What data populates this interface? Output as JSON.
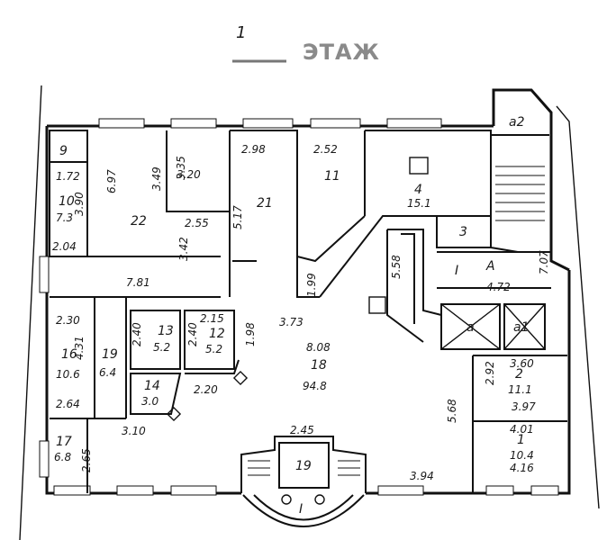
{
  "header": {
    "floor_number": "1",
    "floor_label": "ЭТАЖ"
  },
  "rooms": [
    {
      "id": "r9",
      "number": "9",
      "area": ""
    },
    {
      "id": "r10",
      "number": "10",
      "area": "7.3"
    },
    {
      "id": "r22",
      "number": "22",
      "area": ""
    },
    {
      "id": "r21",
      "number": "21",
      "area": ""
    },
    {
      "id": "r11",
      "number": "11",
      "area": ""
    },
    {
      "id": "r4",
      "number": "4",
      "area": "15.1"
    },
    {
      "id": "r3",
      "number": "3",
      "area": ""
    },
    {
      "id": "r13",
      "number": "13",
      "area": "5.2"
    },
    {
      "id": "r12",
      "number": "12",
      "area": "5.2"
    },
    {
      "id": "r14",
      "number": "14",
      "area": "3.0"
    },
    {
      "id": "r16",
      "number": "16",
      "area": "10.6"
    },
    {
      "id": "r19",
      "number": "19",
      "area": "6.4"
    },
    {
      "id": "r18",
      "number": "18",
      "area": "94.8"
    },
    {
      "id": "r17",
      "number": "17",
      "area": "6.8"
    },
    {
      "id": "r2",
      "number": "2",
      "area": "11.1"
    },
    {
      "id": "r1",
      "number": "1",
      "area": "10.4"
    },
    {
      "id": "r19b",
      "number": "19",
      "area": ""
    }
  ],
  "room_letters": {
    "entrance_T": "I",
    "entrance_A": "A",
    "lift_a": "a",
    "lift_a1": "a1",
    "stair_a2": "a2",
    "porch_T": "I"
  },
  "dimensions": [
    "1.72",
    "3.90",
    "2.04",
    "6.97",
    "3.49",
    "3.35",
    "3.20",
    "2.55",
    "3.42",
    "2.98",
    "5.17",
    "2.52",
    "7.81",
    "1.99",
    "5.58",
    "4.72",
    "7.07",
    "2.30",
    "4.31",
    "2.64",
    "2.40",
    "2.40",
    "2.15",
    "1.98",
    "2.20",
    "3.10",
    "3.73",
    "8.08",
    "2.92",
    "3.60",
    "3.97",
    "5.68",
    "4.01",
    "4.16",
    "2.65",
    "2.45",
    "3.94"
  ]
}
